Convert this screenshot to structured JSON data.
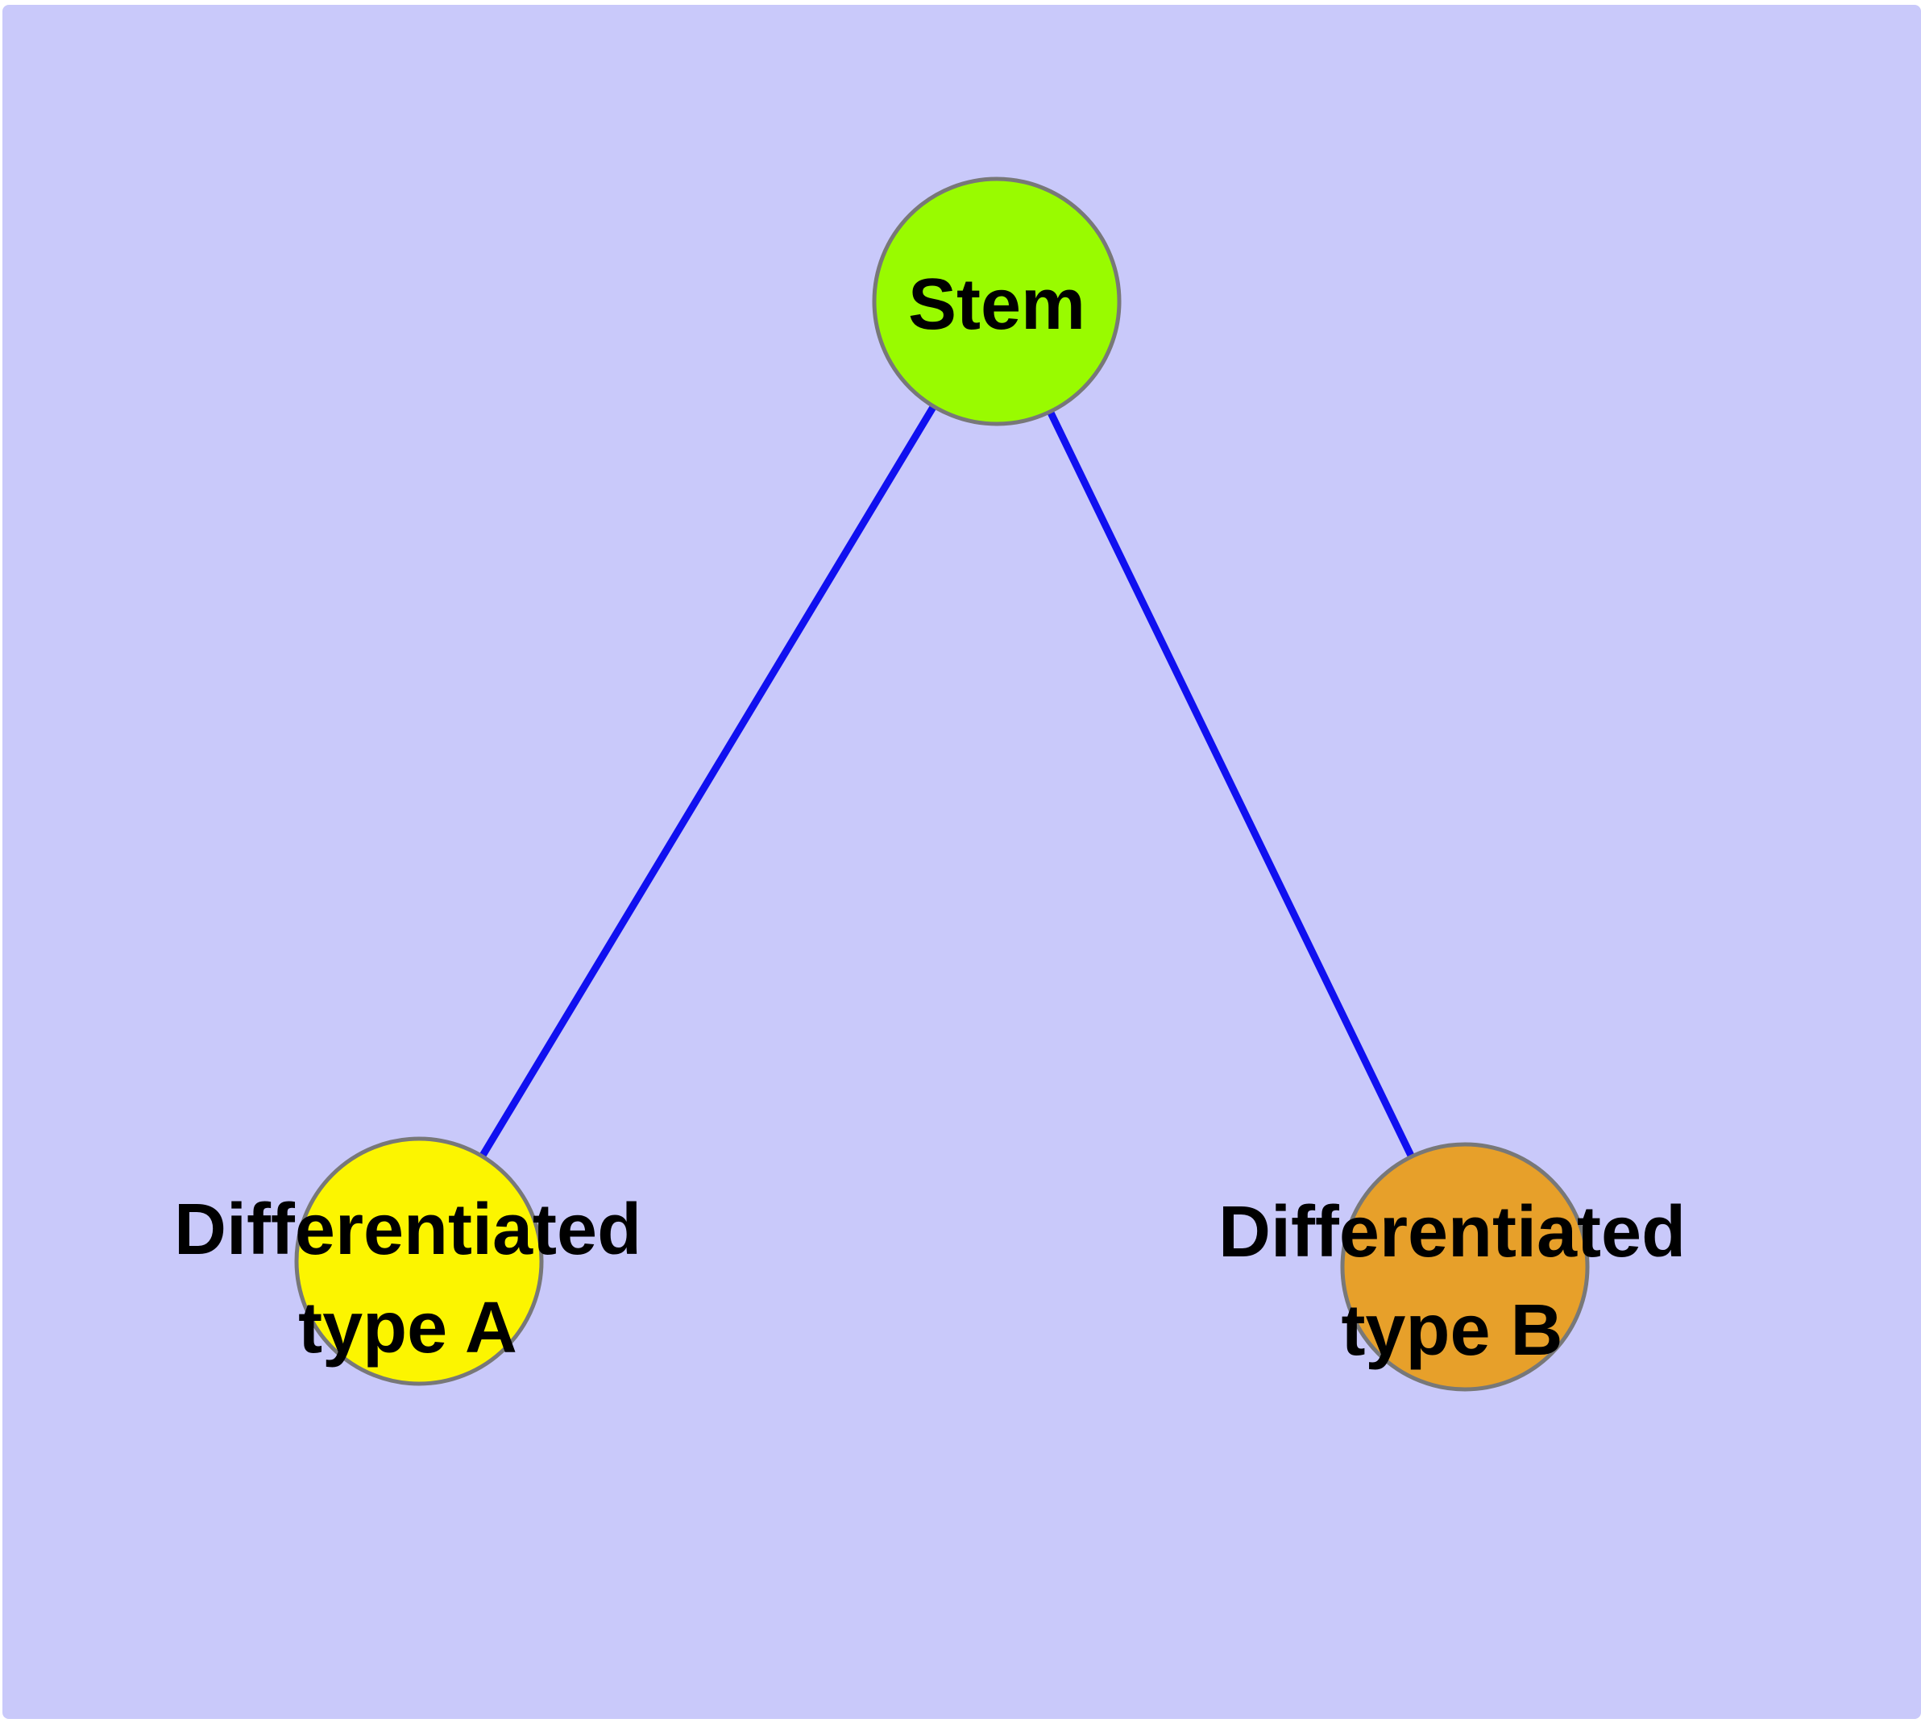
{
  "diagram": {
    "type": "node-link-tree",
    "background_color": "#C9C9FA",
    "frame_color": "#FFFFFF",
    "edge_color": "#1010F0",
    "node_border_color": "#787878",
    "label_text_color": "#000000",
    "nodes": [
      {
        "id": "stem",
        "label": "Stem",
        "color": "#99FB00",
        "shape": "circle"
      },
      {
        "id": "type-a",
        "label": "Differentiated\ntype A",
        "color": "#FCF500",
        "shape": "circle"
      },
      {
        "id": "type-b",
        "label": "Differentiated\ntype B",
        "color": "#E7A02A",
        "shape": "circle"
      }
    ],
    "edges": [
      {
        "from": "stem",
        "to": "type-a"
      },
      {
        "from": "stem",
        "to": "type-b"
      }
    ]
  }
}
